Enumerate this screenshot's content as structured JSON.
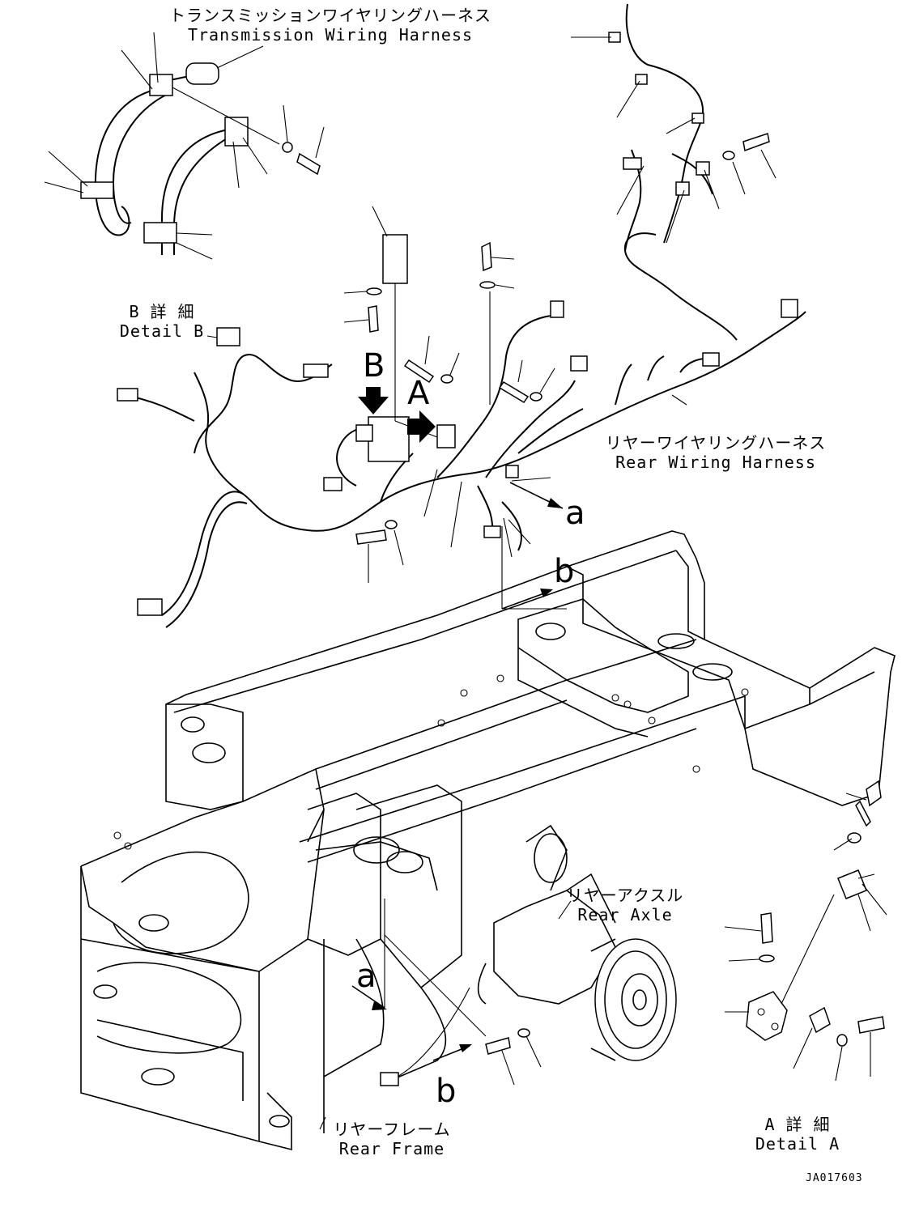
{
  "labels": {
    "transmission_harness_jp": "トランスミッションワイヤリングハーネス",
    "transmission_harness_en": "Transmission Wiring Harness",
    "detail_b_jp": "B 詳 細",
    "detail_b_en": "Detail B",
    "rear_harness_jp": "リヤーワイヤリングハーネス",
    "rear_harness_en": "Rear Wiring Harness",
    "rear_axle_jp": "リヤーアクスル",
    "rear_axle_en": "Rear Axle",
    "rear_frame_jp": "リヤーフレーム",
    "rear_frame_en": "Rear Frame",
    "detail_a_jp": "A 詳 細",
    "detail_a_en": "Detail A",
    "drawing_number": "JA017603"
  },
  "view_markers": {
    "view_a": "A",
    "view_b": "B",
    "ref_a_top": "a",
    "ref_a_bottom": "a",
    "ref_b_top": "b",
    "ref_b_bottom": "b"
  }
}
